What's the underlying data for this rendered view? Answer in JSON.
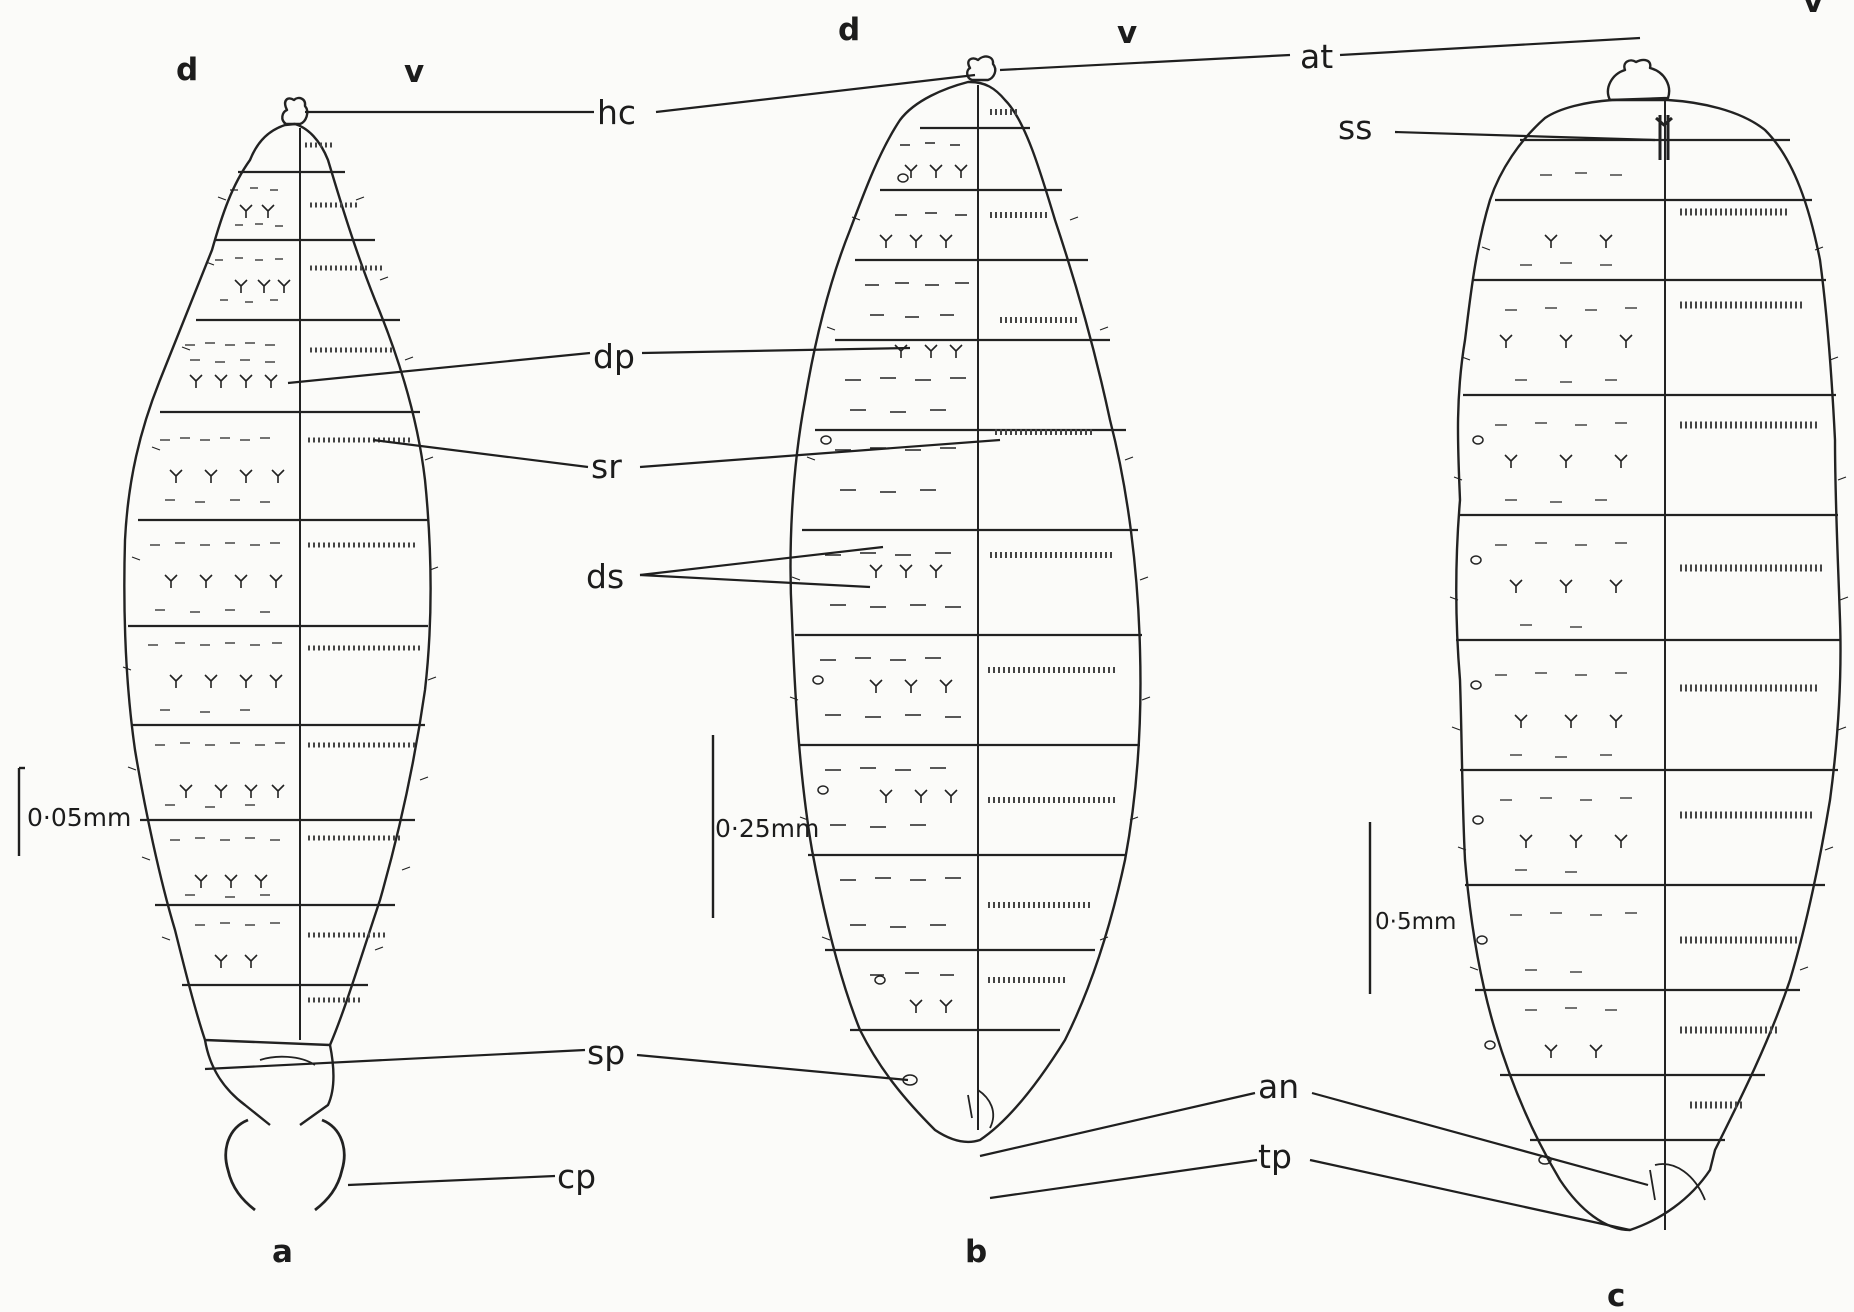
{
  "panels": {
    "a": {
      "label": "a",
      "dorsal": "d",
      "ventral": "v",
      "scale": "0·05mm"
    },
    "b": {
      "label": "b",
      "dorsal": "d",
      "ventral": "v",
      "scale": "0·25mm"
    },
    "c": {
      "label": "c",
      "ventral": "v",
      "scale": "0·5mm"
    }
  },
  "callouts": {
    "at": "at",
    "hc": "hc",
    "ss": "ss",
    "dp": "dp",
    "sr": "sr",
    "ds": "ds",
    "sp": "sp",
    "an": "an",
    "tp": "tp",
    "cp": "cp"
  }
}
